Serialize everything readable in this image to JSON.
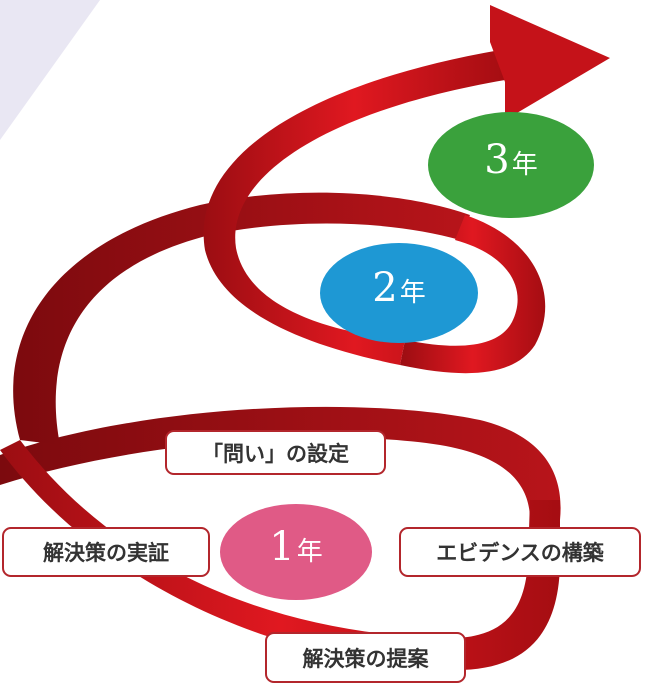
{
  "years": [
    {
      "num": "1",
      "unit": "年",
      "color": "#e05a86"
    },
    {
      "num": "2",
      "unit": "年",
      "color": "#1e98d4"
    },
    {
      "num": "3",
      "unit": "年",
      "color": "#3aa13c"
    }
  ],
  "steps": {
    "question_setting": "「問い」の設定",
    "evidence_building": "エビデンスの構築",
    "solution_proposal": "解決策の提案",
    "solution_verification": "解決策の実証"
  },
  "colors": {
    "ribbon": "#d3161d",
    "ribbon_dark": "#8a0b0f",
    "accent_panel": "#e9e7f3",
    "box_border": "#b3262c"
  }
}
